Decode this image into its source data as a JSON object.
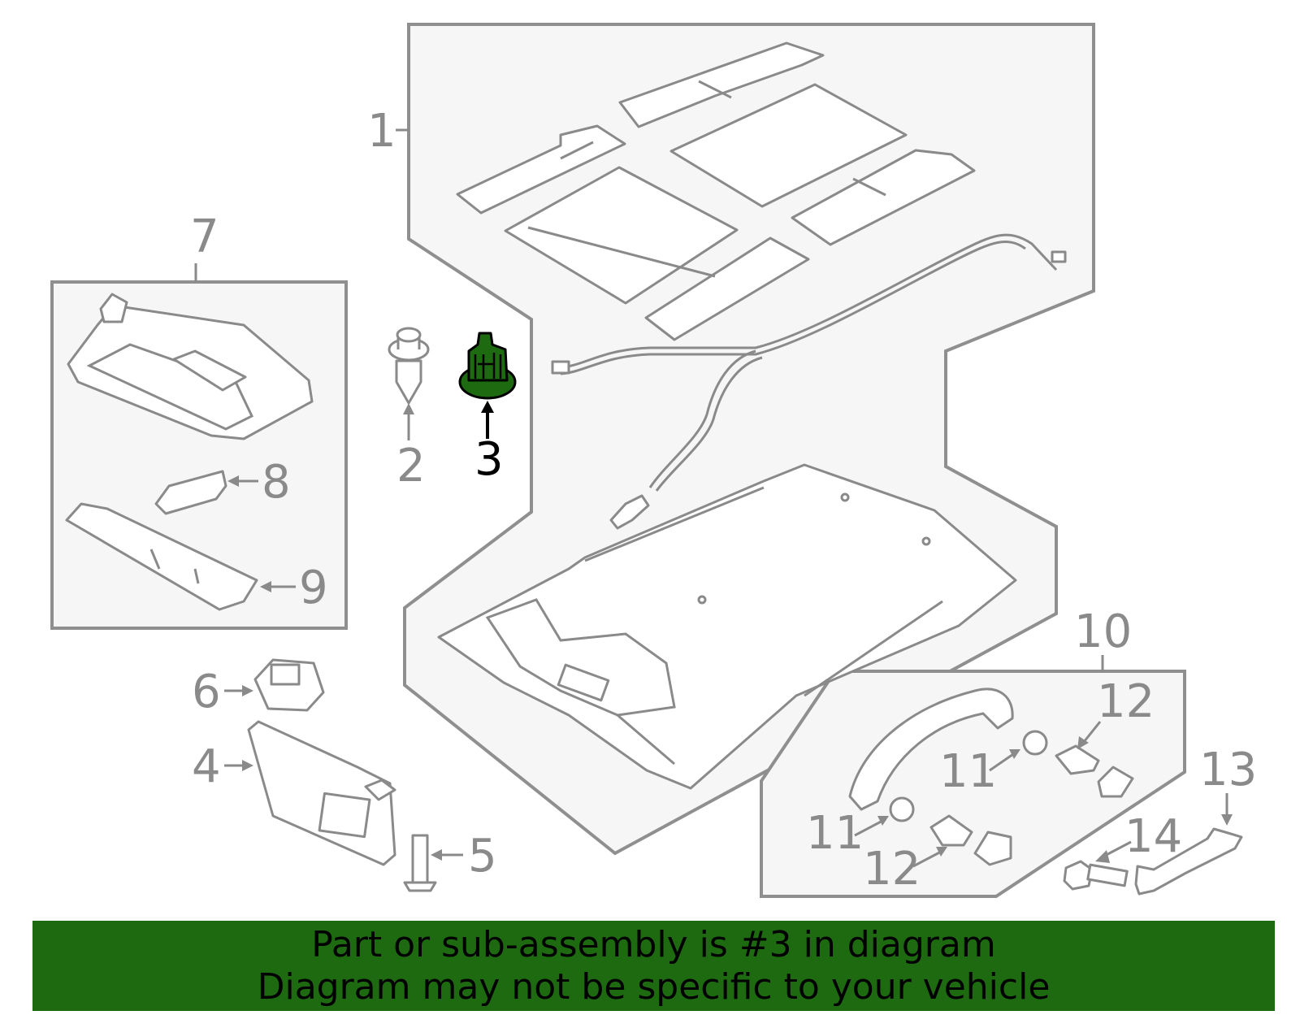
{
  "callouts": [
    {
      "id": "1",
      "highlighted": false
    },
    {
      "id": "2",
      "highlighted": false
    },
    {
      "id": "3",
      "highlighted": true
    },
    {
      "id": "4",
      "highlighted": false
    },
    {
      "id": "5",
      "highlighted": false
    },
    {
      "id": "6",
      "highlighted": false
    },
    {
      "id": "7",
      "highlighted": false
    },
    {
      "id": "8",
      "highlighted": false
    },
    {
      "id": "9",
      "highlighted": false
    },
    {
      "id": "10",
      "highlighted": false
    },
    {
      "id": "11a",
      "label": "11",
      "highlighted": false
    },
    {
      "id": "11b",
      "label": "11",
      "highlighted": false
    },
    {
      "id": "12a",
      "label": "12",
      "highlighted": false
    },
    {
      "id": "12b",
      "label": "12",
      "highlighted": false
    },
    {
      "id": "13",
      "highlighted": false
    },
    {
      "id": "14",
      "highlighted": false
    }
  ],
  "labels": {
    "c1": "1",
    "c2": "2",
    "c3": "3",
    "c4": "4",
    "c5": "5",
    "c6": "6",
    "c7": "7",
    "c8": "8",
    "c9": "9",
    "c10": "10",
    "c11a": "11",
    "c11b": "11",
    "c12a": "12",
    "c12b": "12",
    "c13": "13",
    "c14": "14"
  },
  "colors": {
    "highlight_fill": "#1d6a10",
    "line_gray": "#8a8a8a",
    "banner_bg": "#1d6a10"
  },
  "banner": {
    "line1": "Part or sub-assembly is #3 in diagram",
    "line2": "Diagram may not be specific to your vehicle"
  }
}
